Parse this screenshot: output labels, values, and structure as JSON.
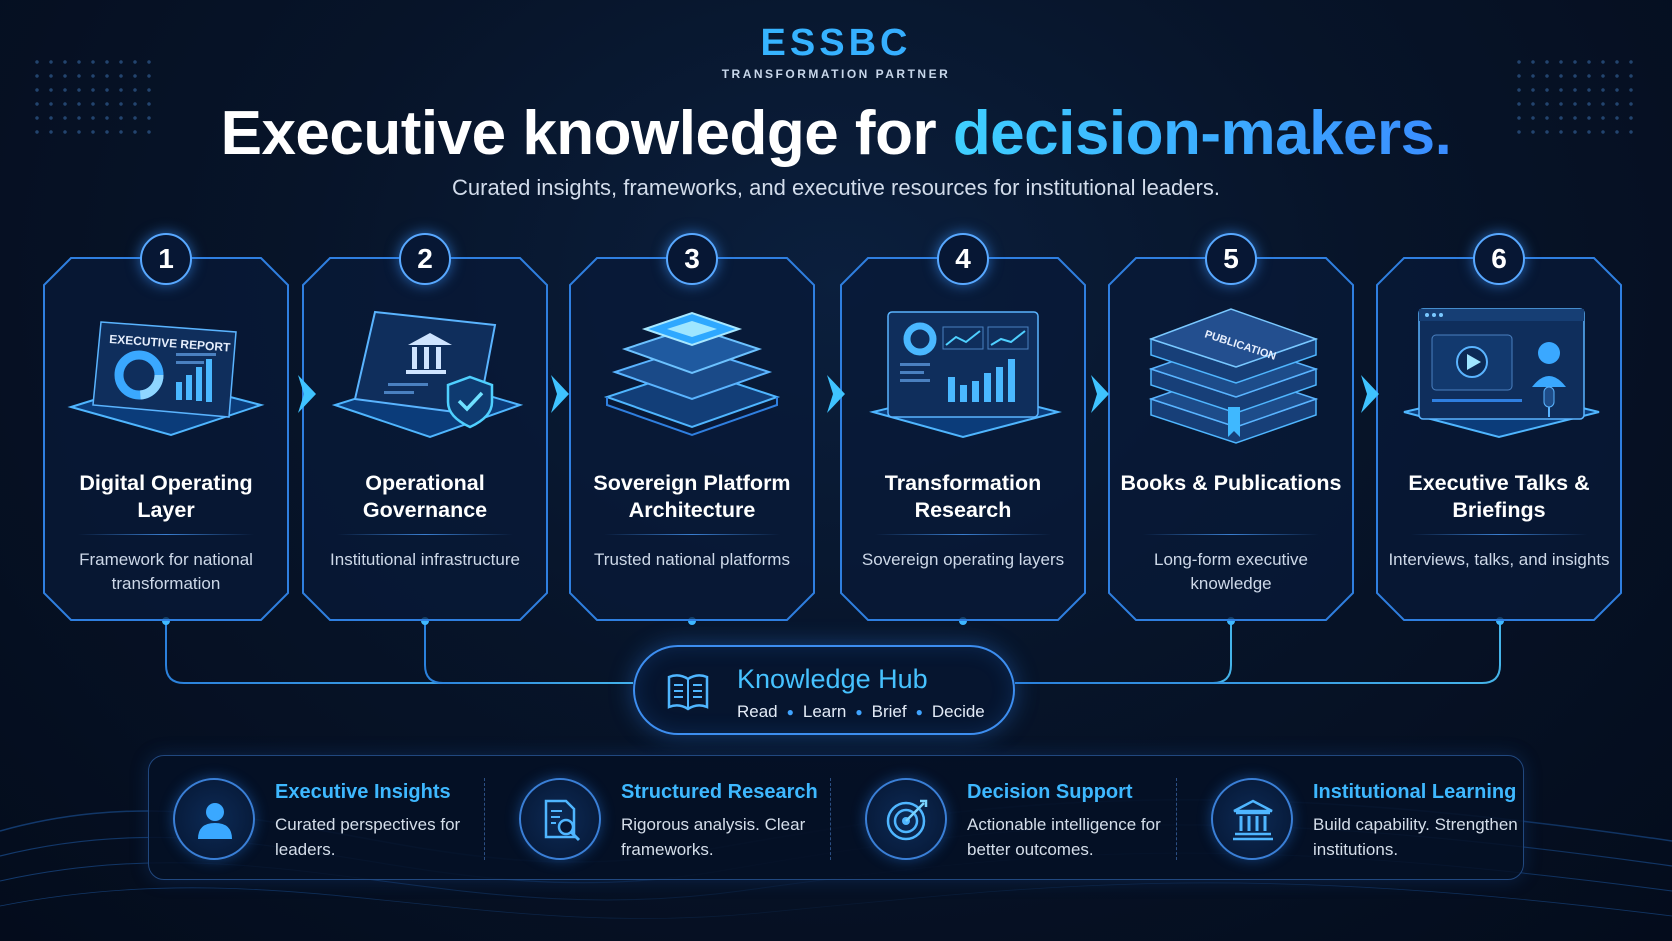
{
  "brand": {
    "name": "ESSBC",
    "tagline": "TRANSFORMATION PARTNER"
  },
  "headline": {
    "main": "Executive knowledge for ",
    "accent": "decision-makers."
  },
  "subheadline": "Curated insights, frameworks, and executive resources for institutional leaders.",
  "steps": [
    {
      "number": "1",
      "title": "Digital Operating Layer",
      "description": "Framework for national transformation",
      "art_label": "EXECUTIVE REPORT",
      "icon": "executive-report-icon"
    },
    {
      "number": "2",
      "title": "Operational Governance",
      "description": "Institutional infrastructure",
      "icon": "governance-tablet-icon"
    },
    {
      "number": "3",
      "title": "Sovereign Platform Architecture",
      "description": "Trusted national platforms",
      "icon": "layered-platform-icon"
    },
    {
      "number": "4",
      "title": "Transformation Research",
      "description": "Sovereign operating layers",
      "icon": "research-dashboard-icon"
    },
    {
      "number": "5",
      "title": "Books & Publications",
      "description": "Long-form executive knowledge",
      "art_label": "PUBLICATION",
      "icon": "books-icon"
    },
    {
      "number": "6",
      "title": "Executive Talks & Briefings",
      "description": "Interviews, talks, and insights",
      "icon": "video-briefing-icon"
    }
  ],
  "hub": {
    "title": "Knowledge Hub",
    "tags": [
      "Read",
      "Learn",
      "Brief",
      "Decide"
    ],
    "icon": "document-icon"
  },
  "features": [
    {
      "title": "Executive Insights",
      "description": "Curated perspectives for leaders.",
      "icon": "person-icon"
    },
    {
      "title": "Structured Research",
      "description": "Rigorous analysis. Clear frameworks.",
      "icon": "document-search-icon"
    },
    {
      "title": "Decision Support",
      "description": "Actionable intelligence for better outcomes.",
      "icon": "target-icon"
    },
    {
      "title": "Institutional Learning",
      "description": "Build capability. Strengthen institutions.",
      "icon": "institution-icon"
    }
  ],
  "colors": {
    "accent": "#3fc3ff",
    "accent_deep": "#2e8fff",
    "background": "#071429",
    "frame": "#2f7fe0"
  }
}
